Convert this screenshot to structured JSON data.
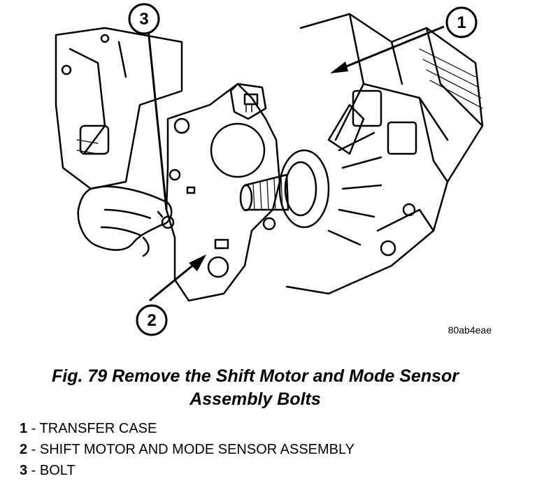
{
  "figure": {
    "image_code": "80ab4eae",
    "callouts": [
      "1",
      "2",
      "3"
    ]
  },
  "caption": {
    "line1": "Fig. 79 Remove the Shift Motor and Mode Sensor",
    "line2": "Assembly Bolts"
  },
  "legend": [
    {
      "num": "1",
      "text": " - TRANSFER CASE"
    },
    {
      "num": "2",
      "text": " - SHIFT MOTOR AND MODE SENSOR ASSEMBLY"
    },
    {
      "num": "3",
      "text": " - BOLT"
    }
  ]
}
